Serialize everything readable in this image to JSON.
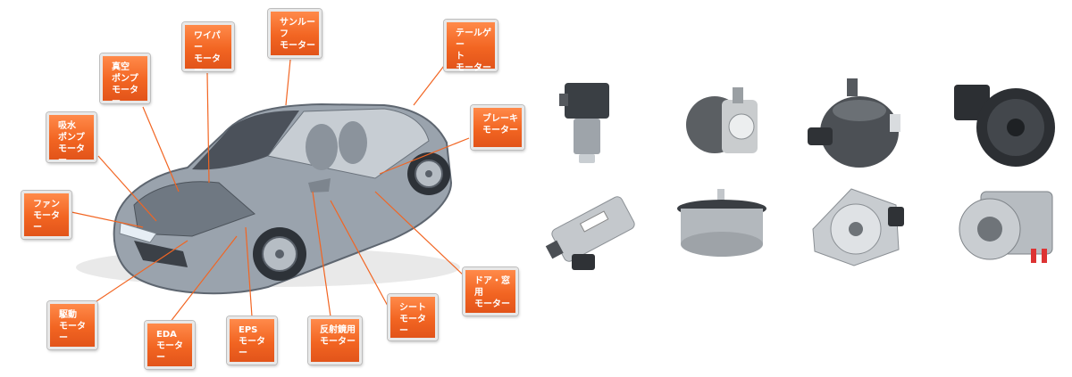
{
  "colors": {
    "label_fill": "#f26522",
    "label_border": "#e8e8e8",
    "leader": "#f26522"
  },
  "labels": [
    {
      "id": "wiper",
      "text": "ワイパー\nモーター"
    },
    {
      "id": "sunroof",
      "text": "サンルーフ\nモーター"
    },
    {
      "id": "tailgate",
      "text": "テールゲー\nト\nモーター"
    },
    {
      "id": "vacuum-pump",
      "text": "真空\nポンプ\nモーター"
    },
    {
      "id": "brake",
      "text": "ブレーキ\nモーター"
    },
    {
      "id": "water-pump",
      "text": "吸水\nポンプ\nモーター"
    },
    {
      "id": "fan",
      "text": "ファン\nモーター"
    },
    {
      "id": "door-window",
      "text": "ドア・窓用\nモーター"
    },
    {
      "id": "seat",
      "text": "シート\nモーター"
    },
    {
      "id": "drive",
      "text": "駆動\nモーター"
    },
    {
      "id": "eda",
      "text": "EDA\nモーター"
    },
    {
      "id": "eps",
      "text": "EPS\nモーター"
    },
    {
      "id": "mirror",
      "text": "反射鏡用\nモーター"
    }
  ],
  "motor_icons": [
    "gear-motor-icon",
    "pump-motor-icon",
    "actuator-motor-icon",
    "blower-fan-icon",
    "cylinder-motor-icon",
    "flat-motor-icon",
    "fan-motor-icon",
    "traction-motor-icon"
  ]
}
